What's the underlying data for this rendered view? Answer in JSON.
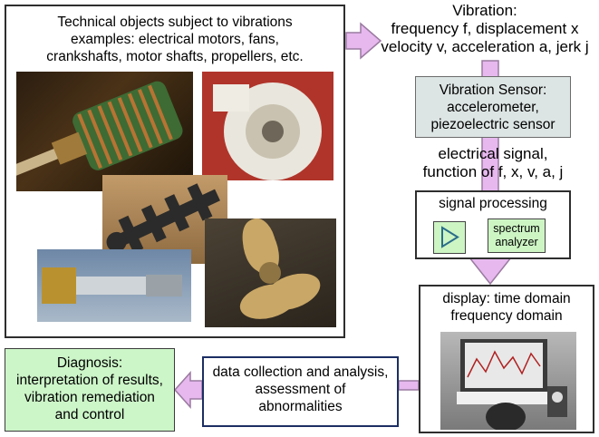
{
  "objects_box": {
    "lines": [
      "Technical objects subject to vibrations",
      "examples: electrical motors, fans,",
      "crankshafts, motor shafts, propellers, etc."
    ]
  },
  "vibration": {
    "lines": [
      "Vibration:",
      "frequency f, displacement x",
      "velocity v, acceleration a, jerk j"
    ]
  },
  "sensor": {
    "lines": [
      "Vibration Sensor:",
      "accelerometer,",
      "piezoelectric sensor"
    ]
  },
  "signal": {
    "lines": [
      "electrical signal,",
      "function of f, x, v, a, j"
    ]
  },
  "processing": {
    "title": "signal processing",
    "analyzer_lines": [
      "spectrum",
      "analyzer"
    ]
  },
  "display": {
    "lines": [
      "display: time domain",
      "frequency domain"
    ]
  },
  "analysis": {
    "lines": [
      "data collection and analysis,",
      "assessment of",
      "abnormalities"
    ]
  },
  "diagnosis": {
    "lines": [
      "Diagnosis:",
      "interpretation of results,",
      "vibration remediation",
      "and control"
    ]
  },
  "colors": {
    "arrow_fill": "#e6b8ee",
    "arrow_stroke": "#9a7aa0",
    "sensor_fill": "#dde5e4",
    "diagnosis_fill": "#ccf5c8",
    "analysis_border": "#1c2e63",
    "amp_fill": "#cdf5c4"
  }
}
